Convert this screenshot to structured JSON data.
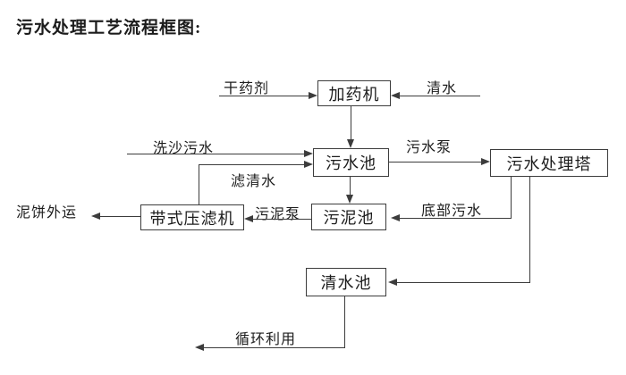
{
  "title": "污水处理工艺流程框图:",
  "diagram": {
    "nodes": {
      "dosing_machine": "加药机",
      "sewage_pool": "污水池",
      "sewage_treatment_tower": "污水处理塔",
      "belt_filter_press": "带式压滤机",
      "sludge_pool": "污泥池",
      "clean_water_pool": "清水池"
    },
    "labels": {
      "dry_agent": "干药剂",
      "clean_water": "清水",
      "sand_washing_sewage": "洗沙污水",
      "filtered_water": "滤清水",
      "sewage_pump": "污水泵",
      "sludge_pump": "污泥泵",
      "mud_cake_outbound": "泥饼外运",
      "bottom_sewage": "底部污水",
      "recycling": "循环利用"
    },
    "edges": [
      {
        "source": "干药剂",
        "target": "加药机"
      },
      {
        "source": "清水",
        "target": "加药机"
      },
      {
        "source": "加药机",
        "target": "污水池"
      },
      {
        "source": "洗沙污水",
        "target": "污水池"
      },
      {
        "source": "带式压滤机",
        "target": "污水池",
        "label": "滤清水"
      },
      {
        "source": "污水池",
        "target": "污水处理塔",
        "label": "污水泵"
      },
      {
        "source": "污水池",
        "target": "污泥池"
      },
      {
        "source": "污水处理塔",
        "target": "污泥池",
        "label": "底部污水"
      },
      {
        "source": "污泥池",
        "target": "带式压滤机",
        "label": "污泥泵"
      },
      {
        "source": "带式压滤机",
        "target": "泥饼外运"
      },
      {
        "source": "污水处理塔",
        "target": "清水池"
      },
      {
        "source": "清水池",
        "target": "循环利用"
      }
    ],
    "colors": {
      "line": "#3c3c3c",
      "box_border": "#3c3c3c",
      "text": "#1c1c1c",
      "background": "#ffffff"
    }
  }
}
